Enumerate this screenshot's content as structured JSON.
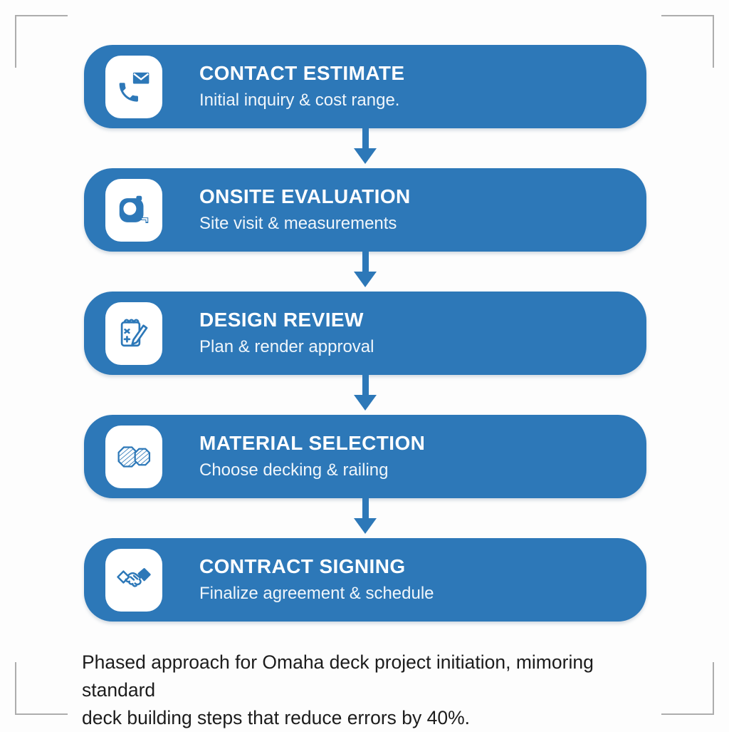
{
  "colors": {
    "primary_blue": "#2d78b8",
    "step_title_text": "#ffffff",
    "step_subtitle_text": "#f0f6fb",
    "icon_tile_background": "#ffffff",
    "caption_text": "#1c1c1c",
    "corner_bracket_gray": "#adadad",
    "background": "#fdfdfd"
  },
  "steps": [
    {
      "title": "CONTACT ESTIMATE",
      "subtitle": "Initial inquiry & cost range.",
      "icon": "phone-mail-icon"
    },
    {
      "title": "ONSITE EVALUATION",
      "subtitle": "Site visit & measurements",
      "icon": "tape-measure-icon"
    },
    {
      "title": "DESIGN REVIEW",
      "subtitle": "Plan & render approval",
      "icon": "notepad-pencil-icon"
    },
    {
      "title": "MATERIAL SELECTION",
      "subtitle": "Choose decking & railing",
      "icon": "wood-grain-icon"
    },
    {
      "title": "CONTRACT SIGNING",
      "subtitle": "Finalize agreement & schedule",
      "icon": "handshake-icon"
    }
  ],
  "caption": {
    "line1": "Phased approach for Omaha deck project initiation, mimoring standard",
    "line2": "deck building steps that reduce errors by 40%."
  }
}
